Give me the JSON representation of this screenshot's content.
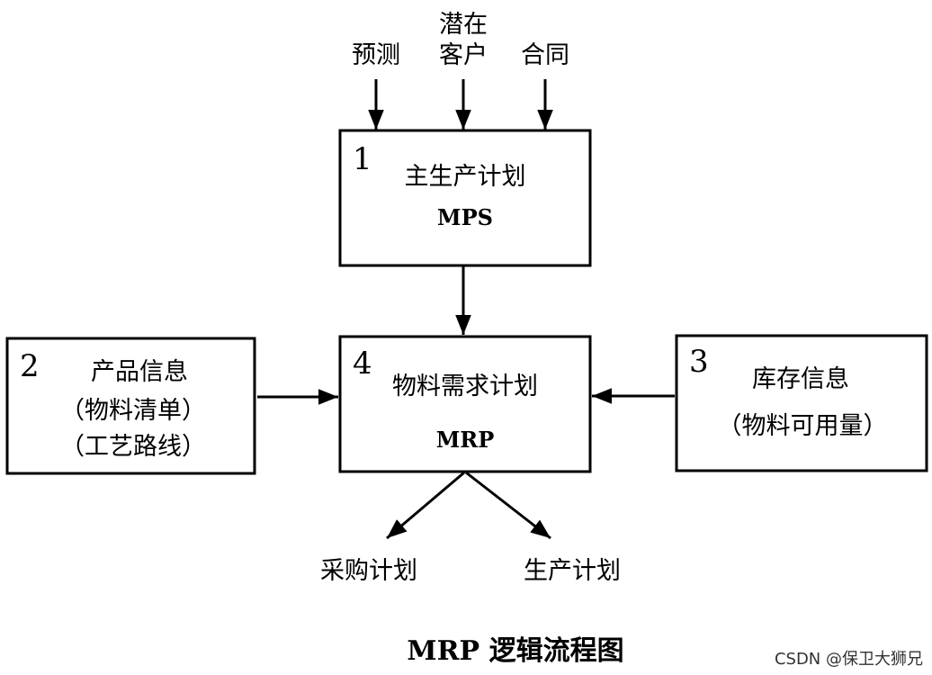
{
  "inputs": {
    "forecast": "预测",
    "potential_line1": "潜在",
    "potential_line2": "客户",
    "contract": "合同"
  },
  "mps_box": {
    "number": "1",
    "title": "主生产计划",
    "abbr": "MPS"
  },
  "product_box": {
    "number": "2",
    "line1": "产品信息",
    "line2": "（物料清单）",
    "line3": "（工艺路线）"
  },
  "inventory_box": {
    "number": "3",
    "line1": "库存信息",
    "line2": "（物料可用量）"
  },
  "mrp_box": {
    "number": "4",
    "title": "物料需求计划",
    "abbr": "MRP"
  },
  "outputs": {
    "purchase": "采购计划",
    "production": "生产计划"
  },
  "caption": "MRP 逻辑流程图",
  "watermark": "CSDN @保卫大狮兄"
}
